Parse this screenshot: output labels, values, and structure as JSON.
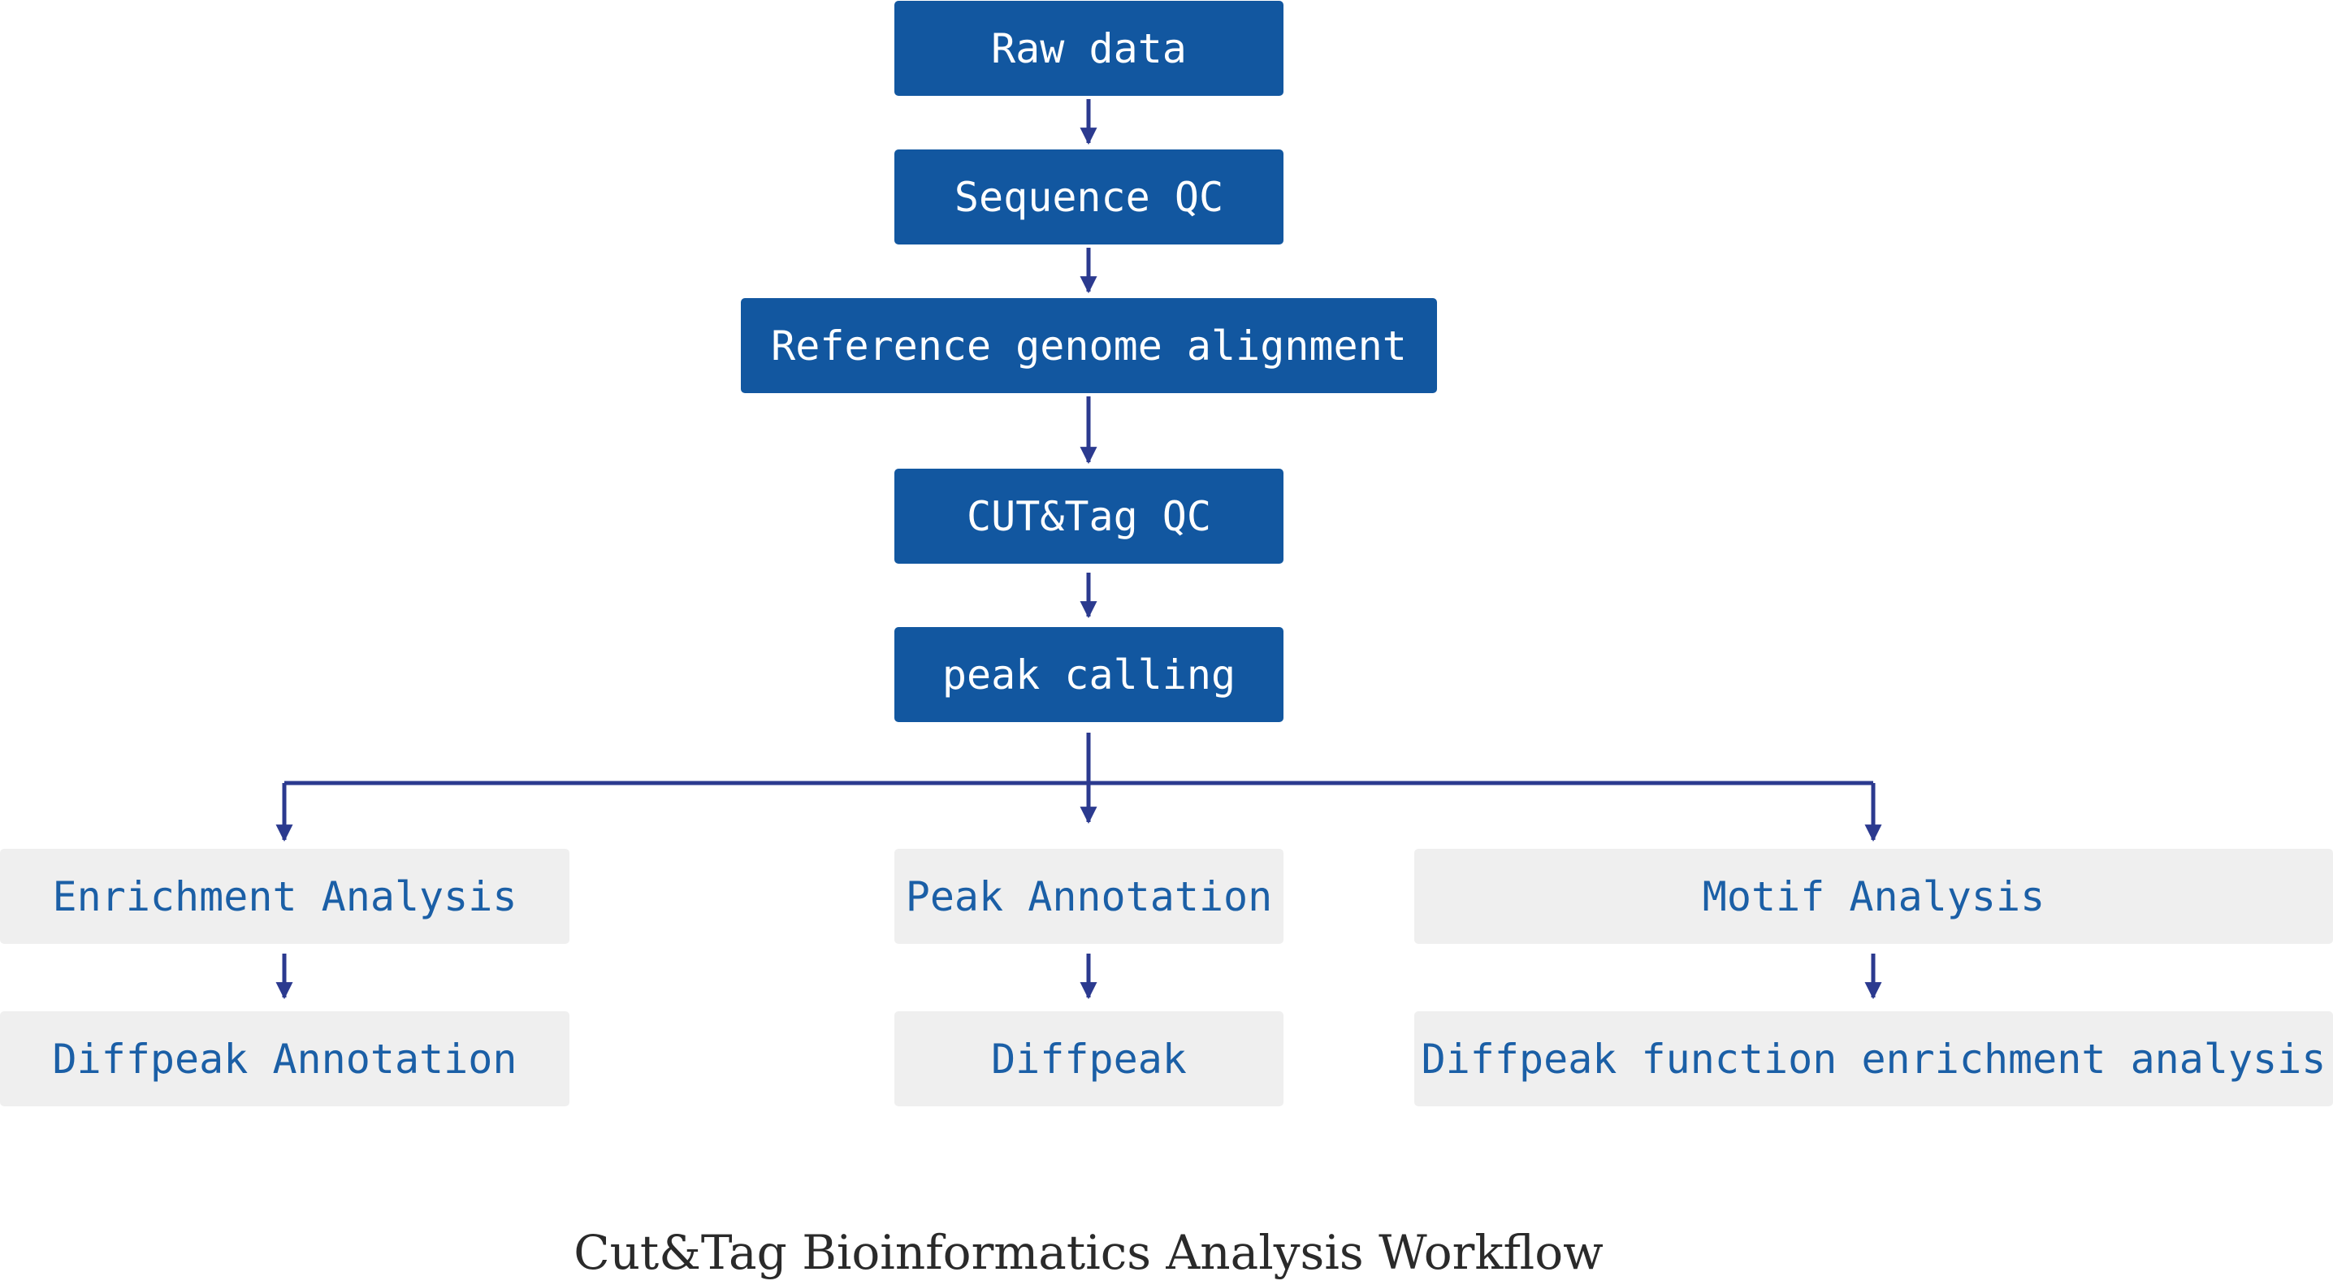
{
  "diagram": {
    "main_steps": [
      {
        "id": "raw-data",
        "label": "Raw data"
      },
      {
        "id": "sequence-qc",
        "label": "Sequence QC"
      },
      {
        "id": "reference-genome-alignment",
        "label": "Reference genome alignment"
      },
      {
        "id": "cuttag-qc",
        "label": "CUT&Tag QC"
      },
      {
        "id": "peak-calling",
        "label": "peak calling"
      }
    ],
    "branches": [
      {
        "id": "enrichment",
        "first": {
          "label": "Enrichment Analysis"
        },
        "second": {
          "label": "Diffpeak Annotation"
        }
      },
      {
        "id": "annotation",
        "first": {
          "label": "Peak Annotation"
        },
        "second": {
          "label": "Diffpeak"
        }
      },
      {
        "id": "motif",
        "first": {
          "label": "Motif Analysis"
        },
        "second": {
          "label": "Diffpeak function enrichment analysis"
        }
      }
    ],
    "caption": "Cut&Tag Bioinformatics Analysis Workflow"
  },
  "colors": {
    "primary_box": "#1257a0",
    "secondary_box": "#efefef",
    "secondary_text": "#1b5fa6",
    "arrow": "#2b3a8f"
  }
}
